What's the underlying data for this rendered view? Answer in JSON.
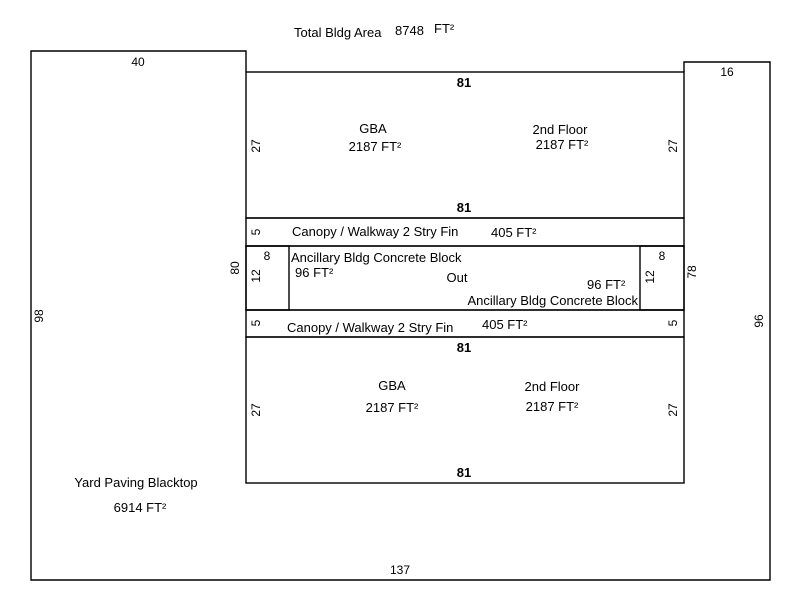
{
  "header": {
    "total_label": "Total Bldg Area",
    "total_value": "8748",
    "total_unit": "FT²"
  },
  "yard": {
    "label": "Yard Paving Blacktop",
    "area": "6914 FT²",
    "dim_top": "40",
    "dim_left": "98",
    "dim_bottom": "137",
    "dim_right": "96",
    "dim_right_top": "16"
  },
  "upper_block": {
    "dim_top": "81",
    "dim_bottom": "81",
    "dim_left": "27",
    "dim_right": "27",
    "gba_label": "GBA",
    "gba_area": "2187 FT²",
    "floor2_label": "2nd Floor",
    "floor2_area": "2187 FT²"
  },
  "canopy_top": {
    "label": "Canopy / Walkway 2 Stry Fin",
    "area": "405 FT²",
    "dim_left": "5"
  },
  "middle": {
    "dim_left": "80",
    "dim_right": "78",
    "out_label": "Out",
    "anc_left_label": "Ancillary Bldg Concrete Block",
    "anc_left_area": "96 FT²",
    "anc_left_w": "8",
    "anc_left_h": "12",
    "anc_right_label": "Ancillary Bldg Concrete Block",
    "anc_right_area": "96 FT²",
    "anc_right_w": "8",
    "anc_right_h": "12"
  },
  "canopy_bottom": {
    "label": "Canopy / Walkway 2 Stry Fin",
    "area": "405 FT²",
    "dim_left": "5",
    "dim_right": "5"
  },
  "lower_block": {
    "dim_top": "81",
    "dim_bottom": "81",
    "dim_left": "27",
    "dim_right": "27",
    "gba_label": "GBA",
    "gba_area": "2187 FT²",
    "floor2_label": "2nd Floor",
    "floor2_area": "2187 FT²"
  }
}
